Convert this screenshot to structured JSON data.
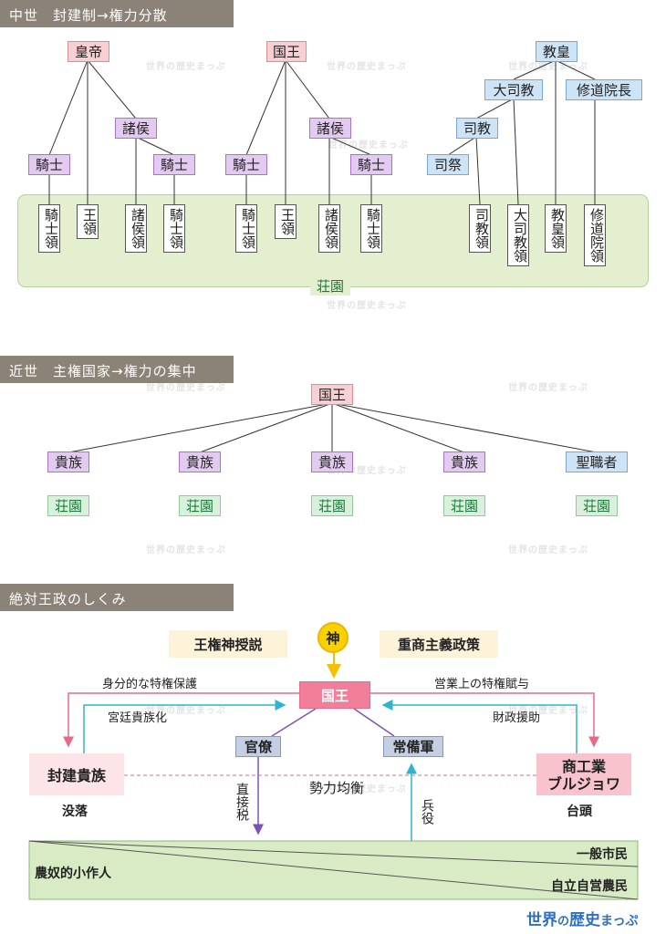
{
  "section1": {
    "header": "中世　封建制→権力分散",
    "emperor": "皇帝",
    "king": "国王",
    "pope": "教皇",
    "archbishop": "大司教",
    "abbot": "修道院長",
    "bishop": "司教",
    "priest": "司祭",
    "lord": "諸侯",
    "knight": "騎士",
    "fief_knight": "騎士領",
    "fief_king": "王領",
    "fief_lord": "諸侯領",
    "fief_bishop": "司教領",
    "fief_archbishop": "大司教領",
    "fief_pope": "教皇領",
    "fief_abbey": "修道院領",
    "manor": "荘園"
  },
  "section2": {
    "header": "近世　主権国家→権力の集中",
    "king": "国王",
    "noble": "貴族",
    "clergy": "聖職者",
    "manor": "荘園"
  },
  "section3": {
    "header": "絶対王政のしくみ",
    "god": "神",
    "divine_right": "王権神授説",
    "mercantilism": "重商主義政策",
    "king": "国王",
    "privilege_protection": "身分的な特権保護",
    "courtization": "宮廷貴族化",
    "business_privilege": "営業上の特権賦与",
    "financial_support": "財政援助",
    "bureaucracy": "官僚",
    "standing_army": "常備軍",
    "feudal_nobility": "封建貴族",
    "bourgeoisie_line1": "商工業",
    "bourgeoisie_line2": "ブルジョワ",
    "balance": "勢力均衡",
    "decline": "没落",
    "rise": "台頭",
    "direct_tax": "直接税",
    "military_service": "兵役",
    "serf_peasants": "農奴的小作人",
    "citizens": "一般市民",
    "independent_farmers": "自立自営農民"
  },
  "logo": {
    "part1": "世界",
    "part2": "の",
    "part3": "歴史",
    "part4": "まっぷ"
  },
  "watermark": "世界の歴史まっぷ",
  "colors": {
    "header_bg": "#8b8378",
    "emperor_king": "#f8cfd2",
    "noble": "#e3caf0",
    "church": "#cde3f6",
    "manor": "#d8f0dc",
    "cyan_arrow": "#31b3cf",
    "pink_arrow": "#e66b8a",
    "purple_arrow": "#7d52b5",
    "logo_blue": "#2f6fbf"
  }
}
